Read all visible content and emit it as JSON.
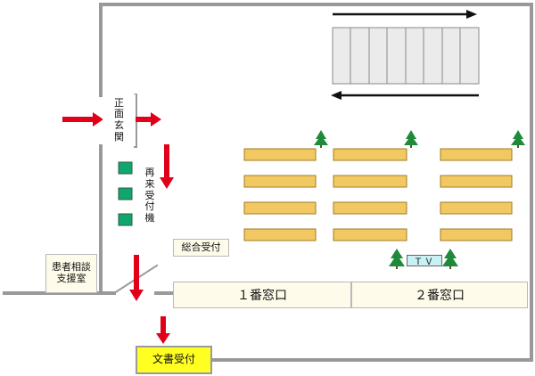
{
  "entrance": {
    "label": "正面玄関"
  },
  "kiosk": {
    "label": "再来受付機"
  },
  "general_reception": {
    "label": "総合受付"
  },
  "consultation_room": {
    "label_line1": "患者相談",
    "label_line2": "支援室"
  },
  "counters": [
    {
      "label": "１番窓口"
    },
    {
      "label": "２番窓口"
    }
  ],
  "tv": {
    "label": "ＴＶ"
  },
  "document_counter": {
    "label": "文書受付"
  },
  "colors": {
    "wall": "#999999",
    "arrow_red": "#e1001a",
    "kiosk_green": "#10a66f",
    "bench": "#f2c862",
    "escalator": "#ebebeb",
    "tree": "#1f8a3a",
    "document_counter": "#ffff22",
    "tv_screen": "#c9f1f4"
  }
}
